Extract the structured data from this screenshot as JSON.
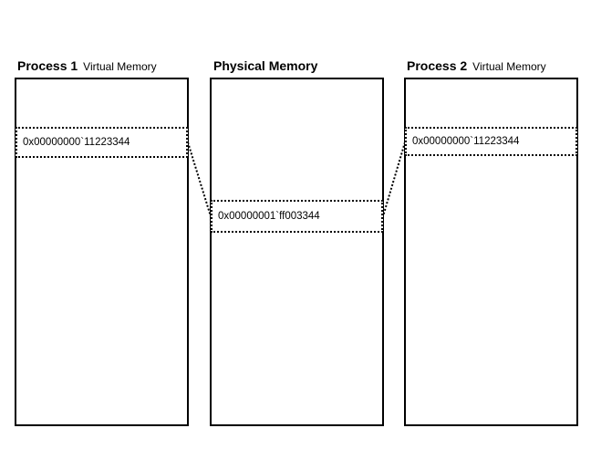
{
  "columns": {
    "process1": {
      "title": "Process 1",
      "subtitle": "Virtual Memory",
      "address": "0x00000000`11223344"
    },
    "physical": {
      "title": "Physical Memory",
      "address": "0x00000001`ff003344"
    },
    "process2": {
      "title": "Process 2",
      "subtitle": "Virtual Memory",
      "address": "0x00000000`11223344"
    }
  },
  "colors": {
    "border": "#000000",
    "background": "#ffffff"
  }
}
